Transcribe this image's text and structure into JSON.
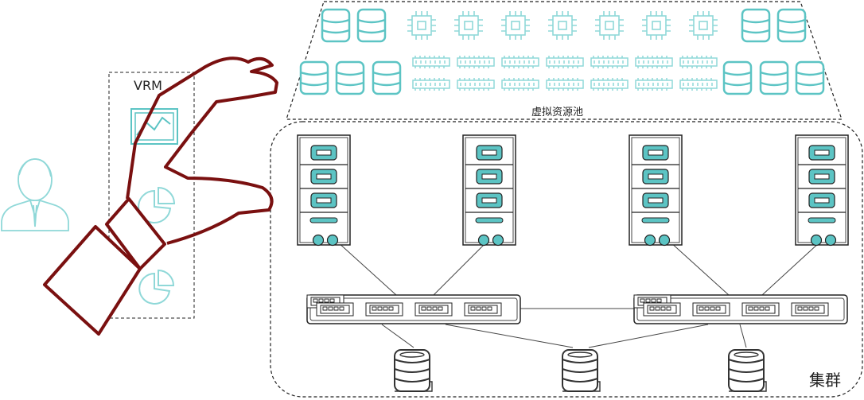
{
  "vrm": {
    "title": "VRM"
  },
  "resource_pool": {
    "title": "虚拟资源池"
  },
  "cluster": {
    "title": "集群"
  },
  "colors": {
    "teal": "#5cc4c4",
    "teal_light": "#8fd8d8",
    "hand": "#7a1010",
    "dark": "#222222",
    "gray": "#555555"
  },
  "icons": {
    "user": "person-icon",
    "chart": "line-chart-icon",
    "pie": "pie-chart-icon",
    "disk": "database-icon",
    "chip": "cpu-chip-icon",
    "memory": "memory-module-icon",
    "server": "server-rack-icon",
    "switch": "network-switch-icon",
    "storage": "storage-icon",
    "hand": "hand-icon"
  }
}
